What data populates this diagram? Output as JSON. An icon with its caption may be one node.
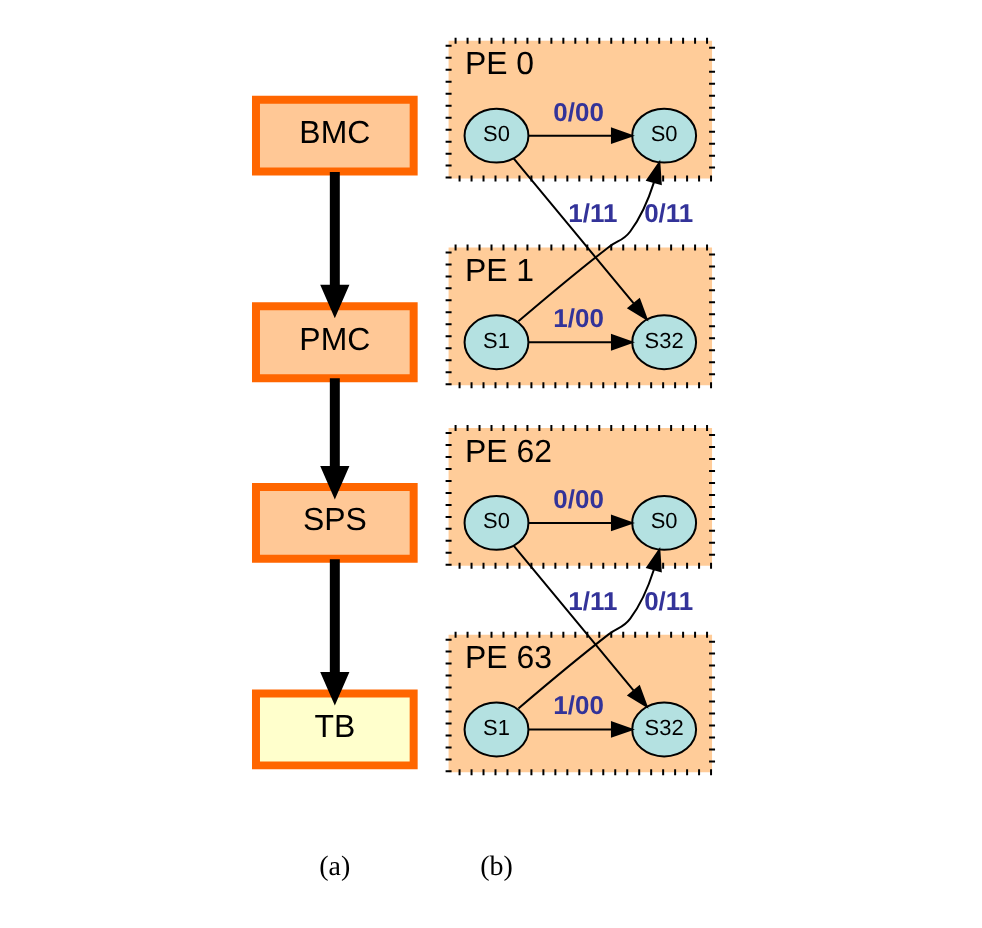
{
  "diagram": {
    "nodes": [
      {
        "text": [
          "BMC"
        ]
      },
      {
        "text": [
          "PMC"
        ]
      },
      {
        "text": [
          "SPS"
        ]
      },
      {
        "text": [
          "TB"
        ]
      },
      {
        "text": [
          "PE 0"
        ]
      },
      {
        "text": [
          "S0"
        ],
        "in": 4
      },
      {
        "text": [
          "S0"
        ],
        "in": 4
      },
      {
        "text": [
          "PE 1"
        ]
      },
      {
        "text": [
          "S1"
        ],
        "in": 7
      },
      {
        "text": [
          "S32"
        ],
        "in": 7
      },
      {
        "text": [
          "PE 62"
        ]
      },
      {
        "text": [
          "S0"
        ],
        "in": 10
      },
      {
        "text": [
          "S0"
        ],
        "in": 10
      },
      {
        "text": [
          "PE 63"
        ]
      },
      {
        "text": [
          "S1"
        ],
        "in": 13
      },
      {
        "text": [
          "S32"
        ],
        "in": 13
      }
    ],
    "edges": [
      {
        "from": 0,
        "to": 1,
        "arrow": "to",
        "style": "thick"
      },
      {
        "from": 1,
        "to": 2,
        "arrow": "to",
        "style": "thick"
      },
      {
        "from": 2,
        "to": 3,
        "arrow": "to",
        "style": "thick"
      },
      {
        "from": 5,
        "to": 6,
        "arrow": "to",
        "label": "0/00"
      },
      {
        "from": 5,
        "to": 9,
        "arrow": "to",
        "label": "1/11"
      },
      {
        "from": 8,
        "to": 6,
        "arrow": "to",
        "label": "0/11"
      },
      {
        "from": 8,
        "to": 9,
        "arrow": "to",
        "label": "1/00"
      },
      {
        "from": 11,
        "to": 12,
        "arrow": "to",
        "label": "0/00"
      },
      {
        "from": 11,
        "to": 15,
        "arrow": "to",
        "label": "1/11"
      },
      {
        "from": 14,
        "to": 12,
        "arrow": "to",
        "label": "0/11"
      },
      {
        "from": 14,
        "to": 15,
        "arrow": "to",
        "label": "1/00"
      }
    ],
    "labels": [
      "(a)",
      "(b)"
    ]
  }
}
